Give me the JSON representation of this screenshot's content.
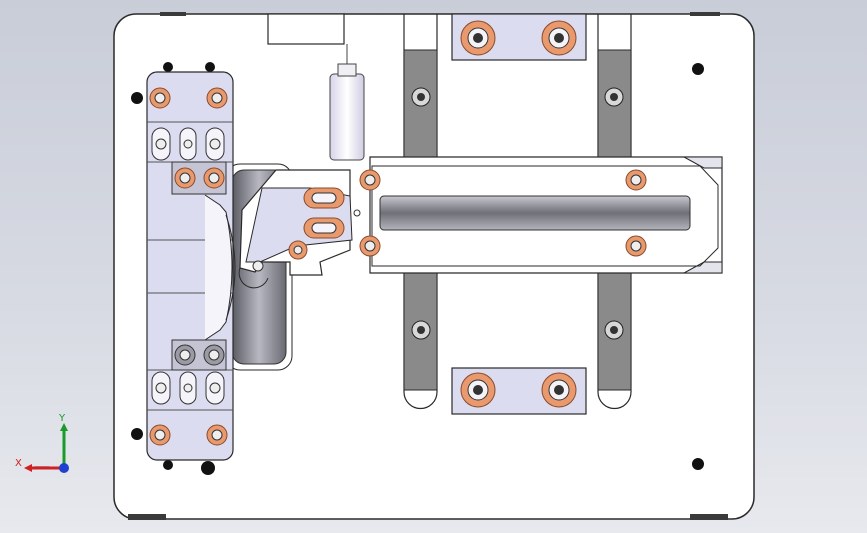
{
  "viewport": {
    "background_top": "#c9cdd8",
    "background_bottom": "#e7e9ee"
  },
  "colors": {
    "base_plate": "#ffffff",
    "outline": "#2a2a2a",
    "clamp_body": "#dcdcf0",
    "rail": "#8a8a8a",
    "copper_washer": "#e89a6e",
    "copper_dark": "#b56a44",
    "rod": "#7c7c84",
    "cylinder": "#eceaf6"
  },
  "triad": {
    "x_label": "X",
    "y_label": "Y",
    "x_axis_color": "#d02020",
    "y_axis_color": "#1a9a2a",
    "z_axis_color": "#2040d0"
  },
  "parts": {
    "base_plate": "base-plate",
    "clamp_block": "clamp-block",
    "slide_carriage": "slide-carriage",
    "guide_rails": "guide-rails",
    "mount_blocks": "mount-blocks",
    "clamp_arm": "clamp-arm",
    "air_cylinder": "air-cylinder"
  }
}
